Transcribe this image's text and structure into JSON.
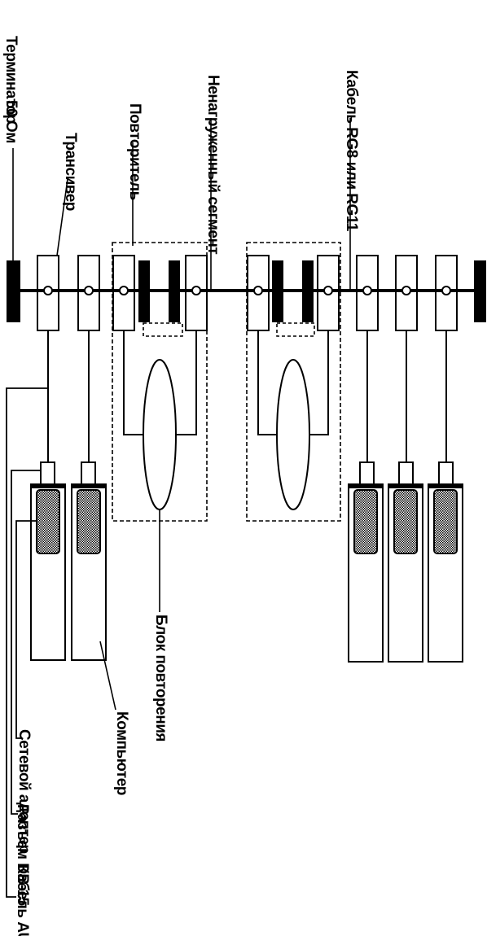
{
  "labels": {
    "terminator_line1": "Терминатор",
    "terminator_line2": "50 Ом",
    "transceiver": "Трансивер",
    "repeater": "Повторитель",
    "unloaded_segment": "Ненагруженный сегмент",
    "cable": "Кабель RG8 или RG11",
    "repeat_unit": "Блок повторения",
    "computer": "Компьютер",
    "network_adapter": "Сетевой адаптер",
    "db15_connector": "Разъем DB-15",
    "aui_cable": "Кабель AUI"
  }
}
